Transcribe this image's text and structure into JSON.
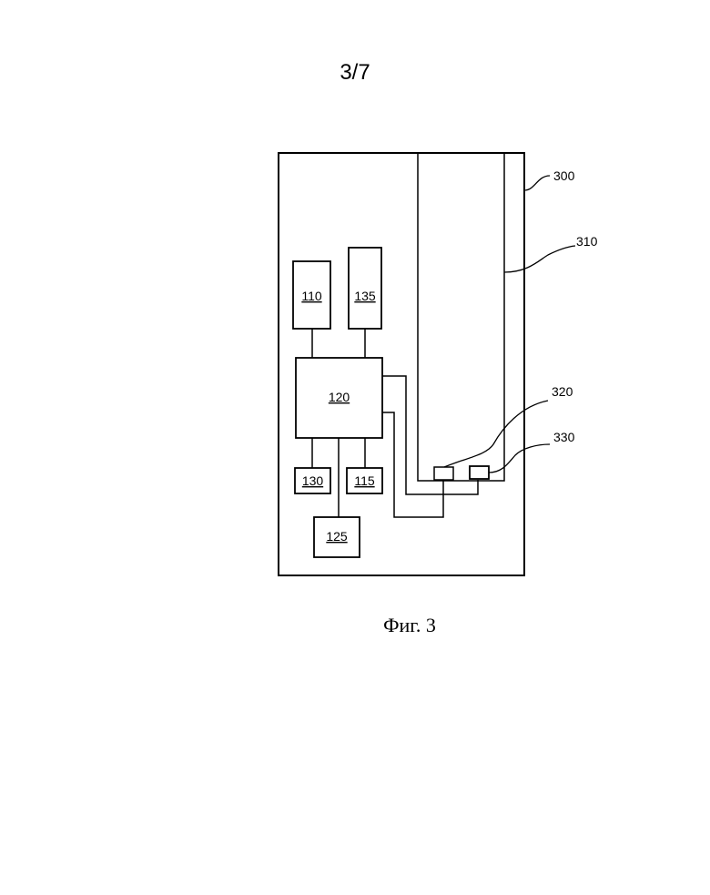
{
  "page_number": "3/7",
  "caption": "Фиг. 3",
  "blocks": {
    "b110": "110",
    "b135": "135",
    "b120": "120",
    "b130": "130",
    "b115": "115",
    "b125": "125"
  },
  "reference_labels": {
    "r300": "300",
    "r310": "310",
    "r320": "320",
    "r330": "330"
  }
}
